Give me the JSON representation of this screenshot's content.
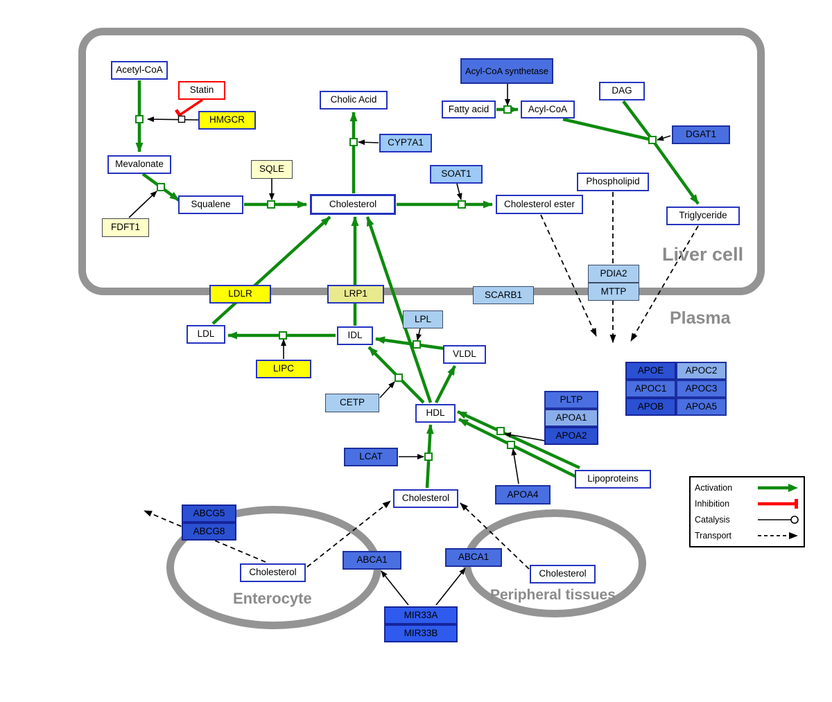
{
  "regions": {
    "liver_cell": "Liver cell",
    "plasma": "Plasma",
    "enterocyte": "Enterocyte",
    "peripheral_tissues": "Peripheral tissues"
  },
  "nodes": {
    "acetyl_coa": "Acetyl-CoA",
    "statin": "Statin",
    "hmgcr": "HMGCR",
    "mevalonate": "Mevalonate",
    "sqle": "SQLE",
    "fdft1": "FDFT1",
    "squalene": "Squalene",
    "cholic_acid": "Cholic Acid",
    "cyp7a1": "CYP7A1",
    "cholesterol_liver": "Cholesterol",
    "soat1": "SOAT1",
    "cholesterol_ester": "Cholesterol ester",
    "acyl_coa_synthetase": "Acyl-CoA synthetase",
    "fatty_acid": "Fatty acid",
    "acyl_coa": "Acyl-CoA",
    "dag": "DAG",
    "dgat1": "DGAT1",
    "phospholipid": "Phospholipid",
    "triglyceride": "Triglyceride",
    "ldlr": "LDLR",
    "lrp1": "LRP1",
    "scarb1": "SCARB1",
    "pdia2": "PDIA2",
    "mttp": "MTTP",
    "ldl": "LDL",
    "idl": "IDL",
    "lpl": "LPL",
    "vldl": "VLDL",
    "lipc": "LIPC",
    "cetp": "CETP",
    "hdl": "HDL",
    "lcat": "LCAT",
    "apoa4": "APOA4",
    "lipoproteins": "Lipoproteins",
    "pltp": "PLTP",
    "apoa1": "APOA1",
    "apoa2": "APOA2",
    "apoe": "APOE",
    "apoc2": "APOC2",
    "apoc1": "APOC1",
    "apoc3": "APOC3",
    "apob": "APOB",
    "apoa5": "APOA5",
    "cholesterol_plasma": "Cholesterol",
    "abcg5": "ABCG5",
    "abcg8": "ABCG8",
    "cholesterol_enterocyte": "Cholesterol",
    "abca1_enterocyte": "ABCA1",
    "abca1_peripheral": "ABCA1",
    "cholesterol_peripheral": "Cholesterol",
    "mir33a": "MIR33A",
    "mir33b": "MIR33B"
  },
  "legend": {
    "activation": "Activation",
    "inhibition": "Inhibition",
    "catalysis": "Catalysis",
    "transport": "Transport"
  },
  "colors": {
    "activation_green": "#0e8a0e",
    "inhibition_red": "#ff0000",
    "membrane_gray": "#949494",
    "node_border_blue": "#2433c0",
    "enzyme_yellow": "#ffff00",
    "enzyme_pale_yellow": "#ffffc9",
    "protein_light_blue": "#9cc9f5",
    "protein_blue": "#4a6fe0",
    "protein_dark_blue": "#2b50d2"
  }
}
